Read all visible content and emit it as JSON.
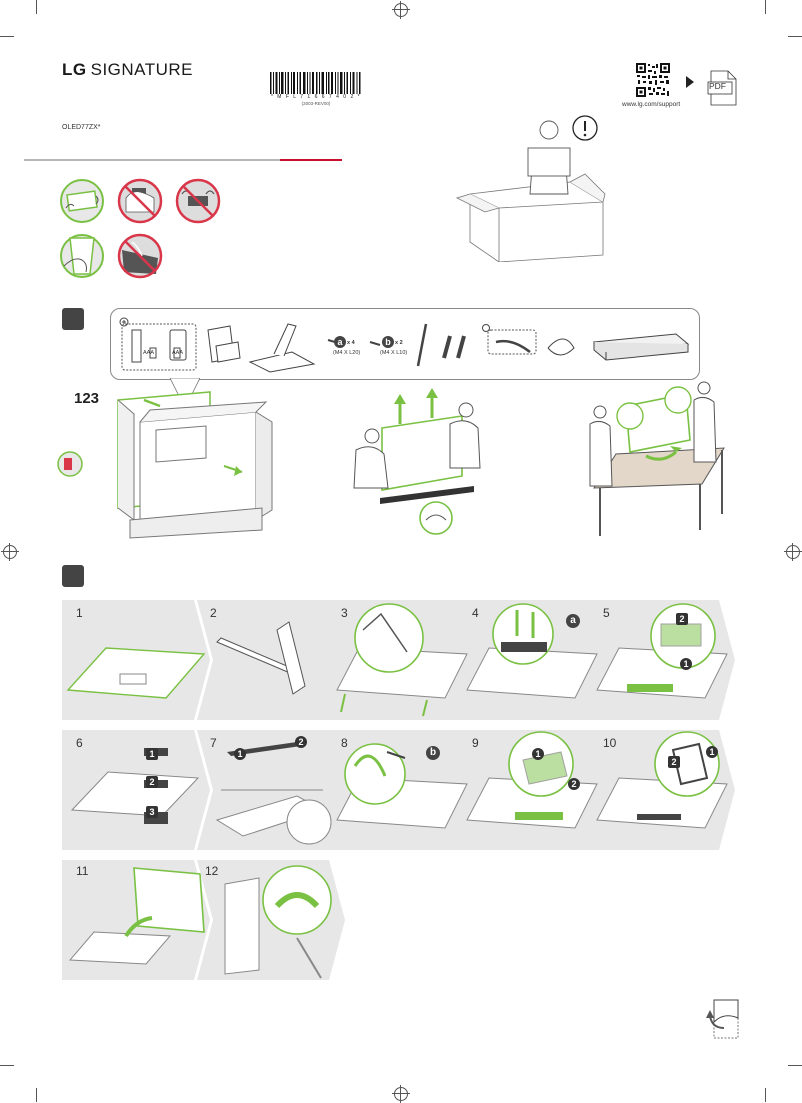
{
  "header": {
    "brand_lg": "LG",
    "brand_signature": "SIGNATURE",
    "model": "OLED77ZX*",
    "barcode_number": "* M F L 7 1 6 6 7 4 0 2 *",
    "barcode_revision": "(2003-REV00)",
    "support_url": "www.lg.com/support",
    "pdf_label": "PDF"
  },
  "parts": {
    "battery_label_1": "AAA",
    "battery_label_2": "AAA",
    "screw_a_letter": "a",
    "screw_a_qty": "x 4",
    "screw_a_spec": "(M4 X L20)",
    "screw_b_letter": "b",
    "screw_b_qty": "x 2",
    "screw_b_spec": "(M4 X L10)"
  },
  "unboxing": {
    "people_count": "123"
  },
  "steps": [
    "1",
    "2",
    "3",
    "4",
    "5",
    "6",
    "7",
    "8",
    "9",
    "10",
    "11",
    "12"
  ],
  "callouts": {
    "a": "a",
    "b": "b",
    "one": "1",
    "two": "2",
    "three": "3"
  },
  "colors": {
    "accent_green": "#7ac143",
    "prohibit_red": "#d9364a",
    "panel_gray": "#e7e7e7",
    "brand_red": "#c8102e"
  }
}
